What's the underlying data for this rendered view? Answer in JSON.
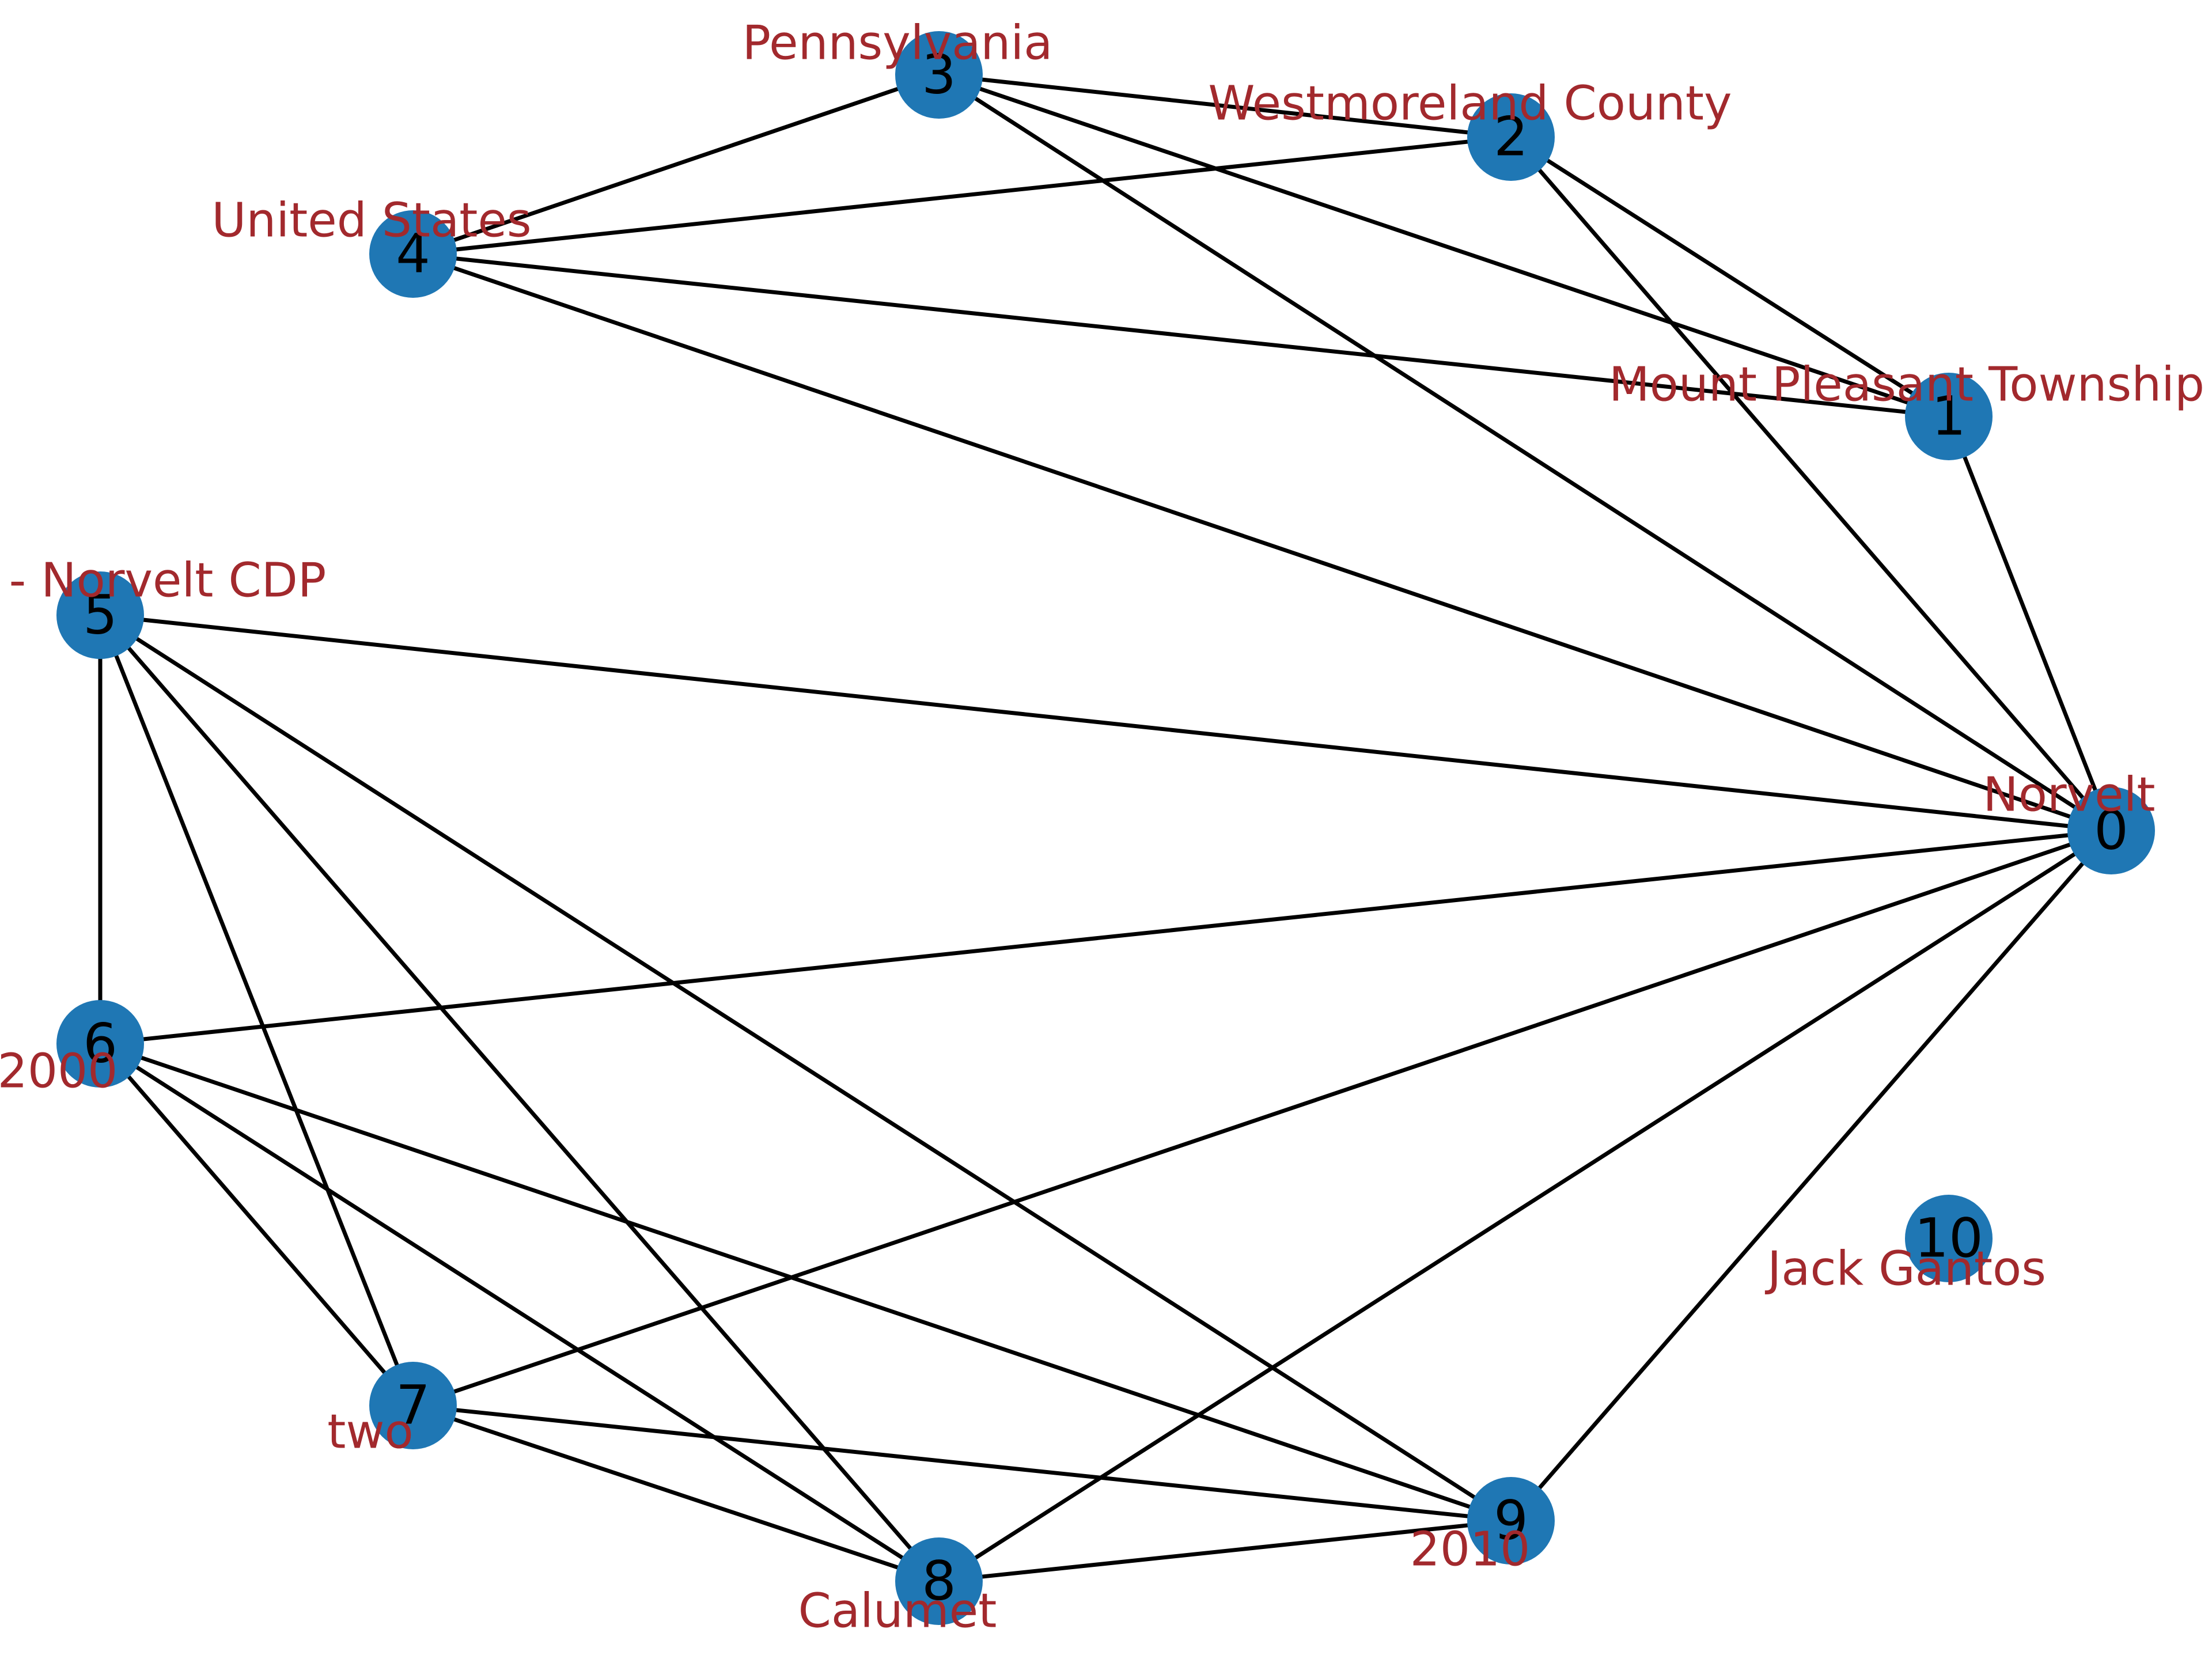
{
  "graph": {
    "colors": {
      "node_fill": "#1f77b4",
      "node_text": "#000000",
      "label_text": "#a2292d",
      "edge": "#000000",
      "background": "#ffffff"
    },
    "nodes": [
      {
        "id": "0",
        "label": "Norvelt"
      },
      {
        "id": "1",
        "label": "Mount Pleasant Township"
      },
      {
        "id": "2",
        "label": "Westmoreland County"
      },
      {
        "id": "3",
        "label": "Pennsylvania"
      },
      {
        "id": "4",
        "label": "United States"
      },
      {
        "id": "5",
        "label": "- Norvelt CDP"
      },
      {
        "id": "6",
        "label": "2000"
      },
      {
        "id": "7",
        "label": "two"
      },
      {
        "id": "8",
        "label": "Calumet"
      },
      {
        "id": "9",
        "label": "2010"
      },
      {
        "id": "10",
        "label": "Jack Gantos"
      }
    ],
    "edges": [
      [
        "3",
        "2"
      ],
      [
        "3",
        "4"
      ],
      [
        "3",
        "1"
      ],
      [
        "3",
        "0"
      ],
      [
        "2",
        "4"
      ],
      [
        "2",
        "1"
      ],
      [
        "2",
        "0"
      ],
      [
        "4",
        "1"
      ],
      [
        "4",
        "0"
      ],
      [
        "1",
        "0"
      ],
      [
        "5",
        "0"
      ],
      [
        "5",
        "6"
      ],
      [
        "5",
        "7"
      ],
      [
        "5",
        "8"
      ],
      [
        "5",
        "9"
      ],
      [
        "6",
        "0"
      ],
      [
        "6",
        "7"
      ],
      [
        "6",
        "8"
      ],
      [
        "6",
        "9"
      ],
      [
        "7",
        "0"
      ],
      [
        "7",
        "8"
      ],
      [
        "7",
        "9"
      ],
      [
        "8",
        "0"
      ],
      [
        "8",
        "9"
      ],
      [
        "9",
        "0"
      ]
    ]
  }
}
